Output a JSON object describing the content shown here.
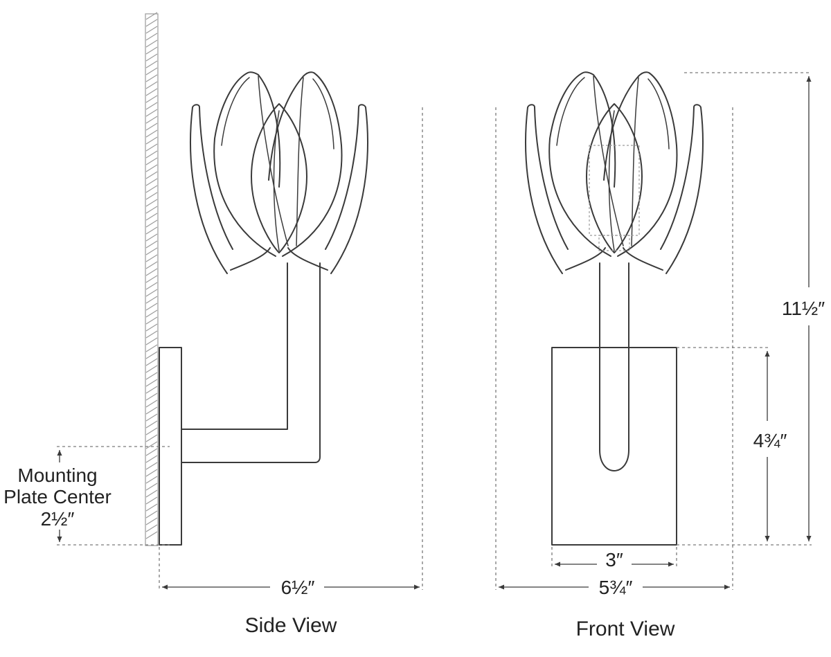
{
  "side_view": {
    "caption": "Side View",
    "width_dim": "6½″",
    "mounting_label_line1": "Mounting",
    "mounting_label_line2": "Plate Center",
    "mounting_value": "2½″"
  },
  "front_view": {
    "caption": "Front View",
    "height_dim": "11½″",
    "backplate_height_dim": "4¾″",
    "backplate_width_dim": "3″",
    "width_dim": "5¾″"
  }
}
